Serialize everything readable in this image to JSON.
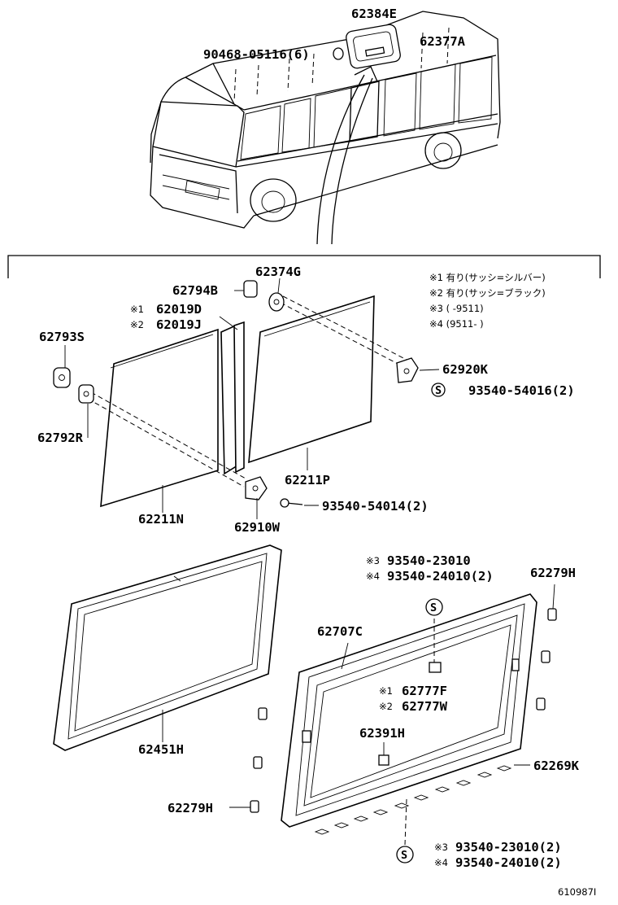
{
  "labels": {
    "p62384E": "62384E",
    "p62377A": "62377A",
    "p90468": "90468-05116(6)",
    "p62374G": "62374G",
    "p62794B": "62794B",
    "p62019D": "62019D",
    "p62019J": "62019J",
    "p62793S": "62793S",
    "p62792R": "62792R",
    "p62920K": "62920K",
    "p93540_54016": "93540-54016(2)",
    "p62211P": "62211P",
    "p62211N": "62211N",
    "p62910W": "62910W",
    "p93540_54014": "93540-54014(2)",
    "p93540_23010_a": "93540-23010",
    "p93540_24010_a": "93540-24010(2)",
    "p62279H_a": "62279H",
    "p62707C": "62707C",
    "p62777F": "62777F",
    "p62777W": "62777W",
    "p62391H": "62391H",
    "p62451H": "62451H",
    "p62269K": "62269K",
    "p62279H_b": "62279H",
    "p93540_23010_b": "93540-23010(2)",
    "p93540_24010_b": "93540-24010(2)",
    "figure_number": "610987I"
  },
  "marks": {
    "m1": "※1",
    "m2": "※2",
    "m3": "※3",
    "m4": "※4",
    "screw_symbol": "S"
  },
  "legend": {
    "n1": "※1 有り(サッシ=シルバー)",
    "n2": "※2 有り(サッシ=ブラック)",
    "n3": "※3 (      -9511)",
    "n4": "※4 (9511-      )"
  }
}
